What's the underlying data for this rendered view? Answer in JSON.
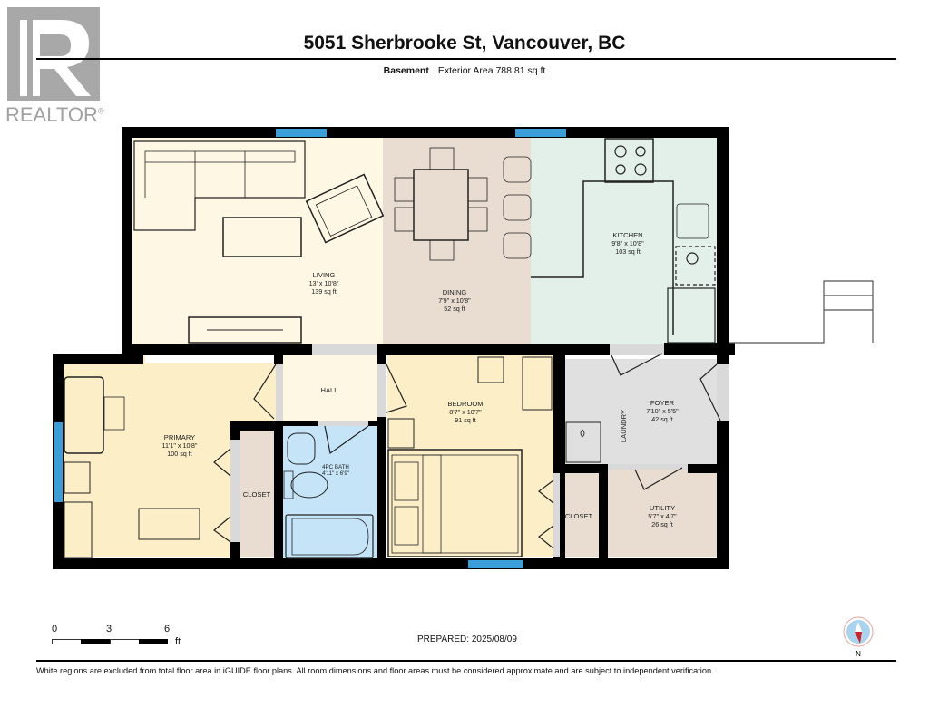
{
  "branding": {
    "logo_letter": "R",
    "logo_text": "REALTOR",
    "registered_mark": "®"
  },
  "header": {
    "title": "5051 Sherbrooke St, Vancouver, BC",
    "floor": "Basement",
    "exterior_area": "Exterior Area 788.81 sq ft"
  },
  "rooms": [
    {
      "name": "LIVING",
      "dimensions": "13' x 10'8\"",
      "area": "139 sq ft",
      "color": "#fdf7e4"
    },
    {
      "name": "DINING",
      "dimensions": "7'9\" x 10'8\"",
      "area": "52 sq ft",
      "color": "#e8ddd0"
    },
    {
      "name": "KITCHEN",
      "dimensions": "9'8\" x 10'8\"",
      "area": "103 sq ft",
      "color": "#e3efe9"
    },
    {
      "name": "PRIMARY",
      "dimensions": "11'1\" x 10'8\"",
      "area": "100 sq ft",
      "color": "#fcefc8"
    },
    {
      "name": "HALL",
      "dimensions": "",
      "area": "",
      "color": "#fdf7e4"
    },
    {
      "name": "CLOSET",
      "dimensions": "",
      "area": "",
      "color": "#e8ddd0"
    },
    {
      "name": "4PC BATH",
      "dimensions": "4'11\" x 6'9\"",
      "area": "",
      "color": "#c6e4f8"
    },
    {
      "name": "BEDROOM",
      "dimensions": "8'7\" x 10'7\"",
      "area": "91 sq ft",
      "color": "#fcefc8"
    },
    {
      "name": "CLOSET",
      "dimensions": "",
      "area": "",
      "color": "#e8ddd0"
    },
    {
      "name": "FOYER",
      "dimensions": "7'10\" x 5'5\"",
      "area": "42 sq ft",
      "color": "#e0e0e0"
    },
    {
      "name": "LAUNDRY",
      "dimensions": "",
      "area": "",
      "color": "#e0e0e0"
    },
    {
      "name": "UTILITY",
      "dimensions": "5'7\" x 4'7\"",
      "area": "26 sq ft",
      "color": "#e8ddd0"
    }
  ],
  "scale_bar": {
    "ticks": [
      "0",
      "3",
      "6"
    ],
    "unit": "ft"
  },
  "prepared": "PREPARED: 2025/08/09",
  "compass": {
    "label": "N"
  },
  "disclaimer": "White regions are excluded from total floor area in iGUIDE floor plans. All room dimensions and floor areas must be considered approximate and are subject to independent verification.",
  "colors": {
    "wall": "#000000",
    "window": "#3a9fd8",
    "door_gap": "#d9d9d9",
    "logo_gray": "#a8a8a8"
  }
}
